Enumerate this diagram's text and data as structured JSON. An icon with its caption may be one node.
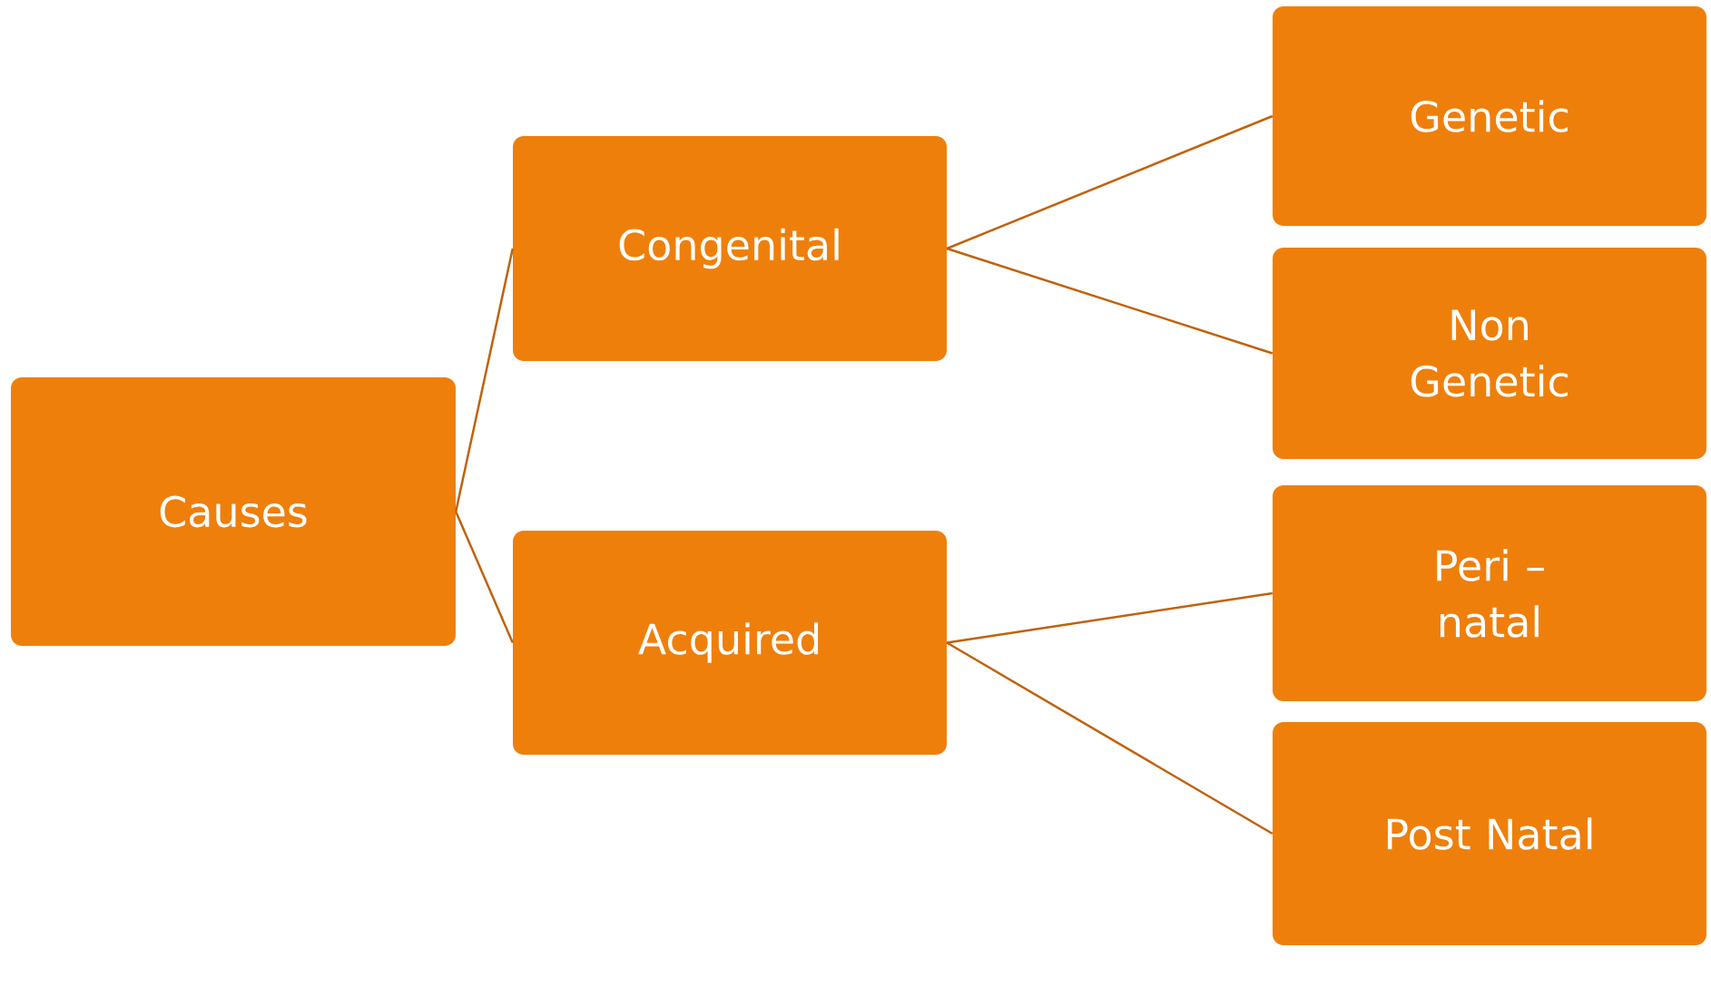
{
  "diagram": {
    "nodes": [
      {
        "text": [
          "Causes"
        ]
      },
      {
        "text": [
          "Congenital"
        ]
      },
      {
        "text": [
          "Acquired"
        ]
      },
      {
        "text": [
          "Genetic"
        ]
      },
      {
        "text": [
          "Non Genetic"
        ]
      },
      {
        "text": [
          "Peri – natal"
        ]
      },
      {
        "text": [
          "Post Natal"
        ]
      }
    ],
    "edges": [
      {
        "from": 0,
        "to": 1,
        "arrow": "none"
      },
      {
        "from": 0,
        "to": 2,
        "arrow": "none"
      },
      {
        "from": 1,
        "to": 3,
        "arrow": "none"
      },
      {
        "from": 1,
        "to": 4,
        "arrow": "none"
      },
      {
        "from": 2,
        "to": 5,
        "arrow": "none"
      },
      {
        "from": 2,
        "to": 6,
        "arrow": "none"
      }
    ]
  }
}
